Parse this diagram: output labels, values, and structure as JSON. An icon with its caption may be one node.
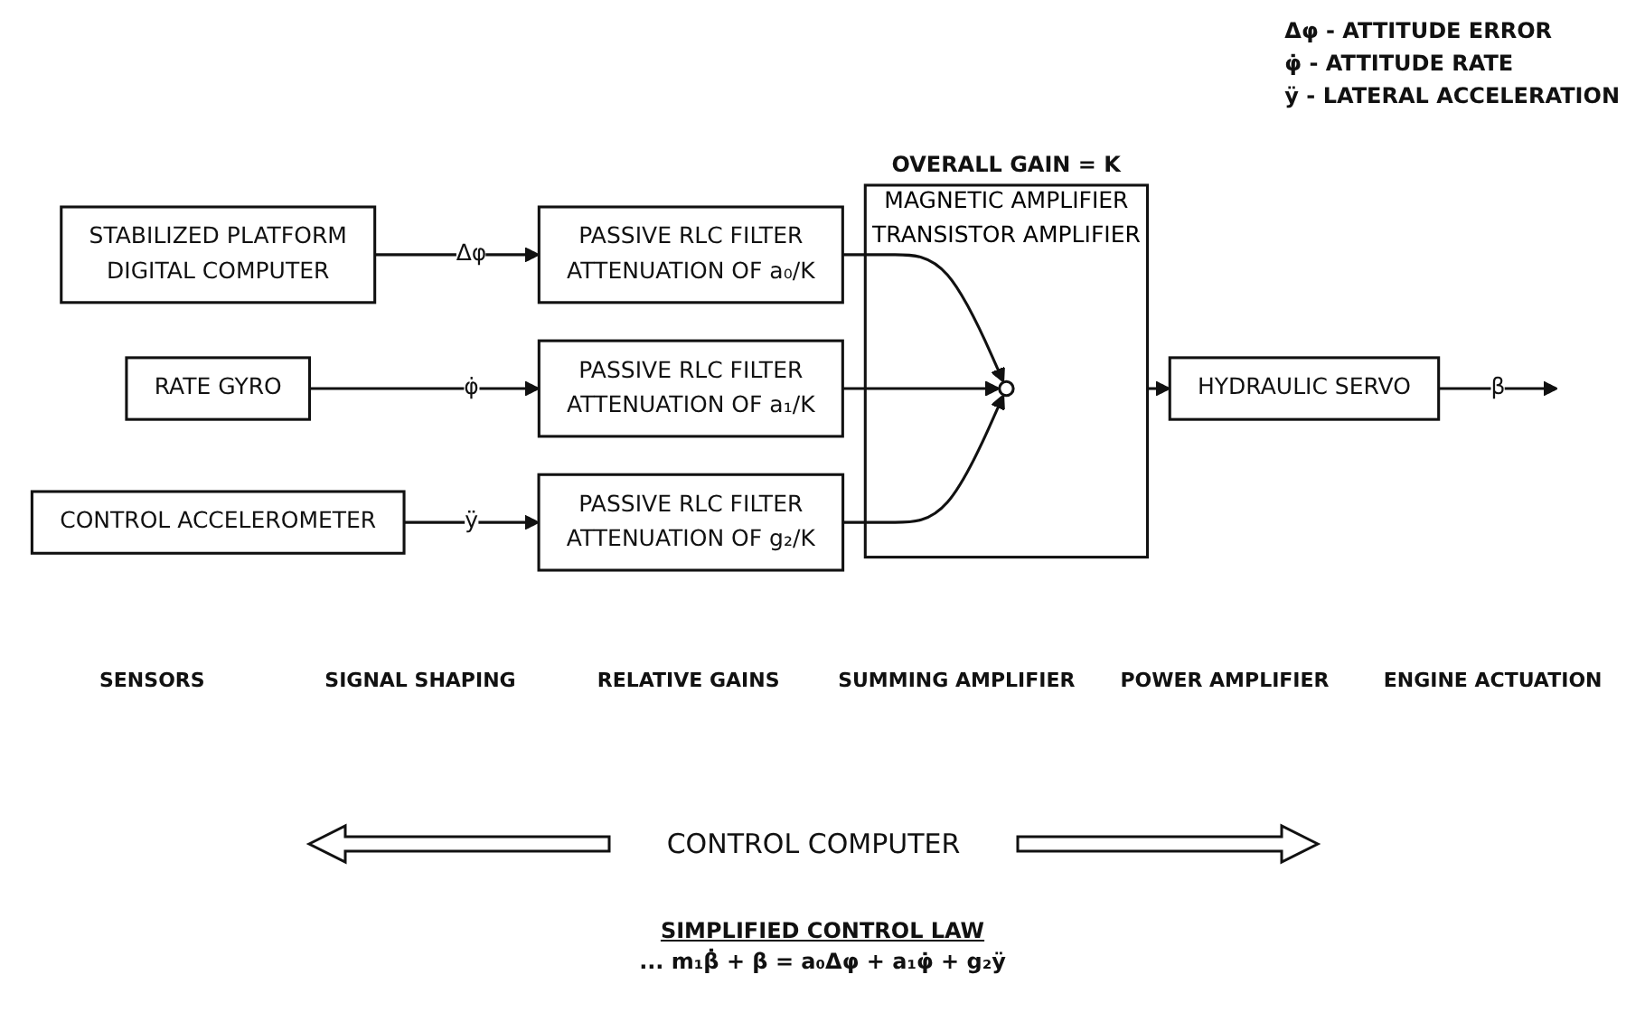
{
  "diagram": {
    "nodes": [
      {
        "text": [
          "STABILIZED PLATFORM",
          "DIGITAL COMPUTER"
        ]
      },
      {
        "text": [
          "RATE GYRO"
        ]
      },
      {
        "text": [
          "CONTROL ACCELEROMETER"
        ]
      },
      {
        "text": [
          "PASSIVE RLC FILTER",
          "ATTENUATION OF a₀/K"
        ]
      },
      {
        "text": [
          "PASSIVE RLC FILTER",
          "ATTENUATION OF a₁/K"
        ]
      },
      {
        "text": [
          "PASSIVE RLC FILTER",
          "ATTENUATION OF g₂/K"
        ]
      },
      {
        "text": [
          "MAGNETIC AMPLIFIER",
          "TRANSISTOR AMPLIFIER"
        ],
        "beside": [
          "OVERALL GAIN = K"
        ]
      },
      {
        "text": [],
        "shape": "circle",
        "in": 6
      },
      {
        "text": [
          "HYDRAULIC SERVO"
        ]
      }
    ],
    "edges": [
      {
        "from": 0,
        "to": 3,
        "arrow": "to",
        "label": "Δφ"
      },
      {
        "from": 1,
        "to": 4,
        "arrow": "to",
        "label": "φ̇"
      },
      {
        "from": 2,
        "to": 5,
        "arrow": "to",
        "label": "ÿ"
      },
      {
        "from": 3,
        "to": 7,
        "arrow": "to"
      },
      {
        "from": 4,
        "to": 7,
        "arrow": "to"
      },
      {
        "from": 5,
        "to": 7,
        "arrow": "to"
      },
      {
        "from": 6,
        "to": 8,
        "arrow": "to"
      },
      {
        "from": 8,
        "to": null,
        "arrow": "to",
        "label": "β"
      }
    ],
    "labels": [
      "SENSORS",
      "SIGNAL SHAPING",
      "RELATIVE GAINS",
      "SUMMING AMPLIFIER",
      "POWER AMPLIFIER",
      "ENGINE ACTUATION",
      "CONTROL COMPUTER",
      "SIMPLIFIED CONTROL LAW",
      "... m₁β̇ + β = a₀Δφ + a₁φ̇ + g₂ÿ"
    ],
    "legend": [
      {
        "text": "Δφ - ATTITUDE ERROR"
      },
      {
        "text": "φ̇ - ATTITUDE RATE"
      },
      {
        "text": "ÿ - LATERAL ACCELERATION"
      }
    ]
  }
}
